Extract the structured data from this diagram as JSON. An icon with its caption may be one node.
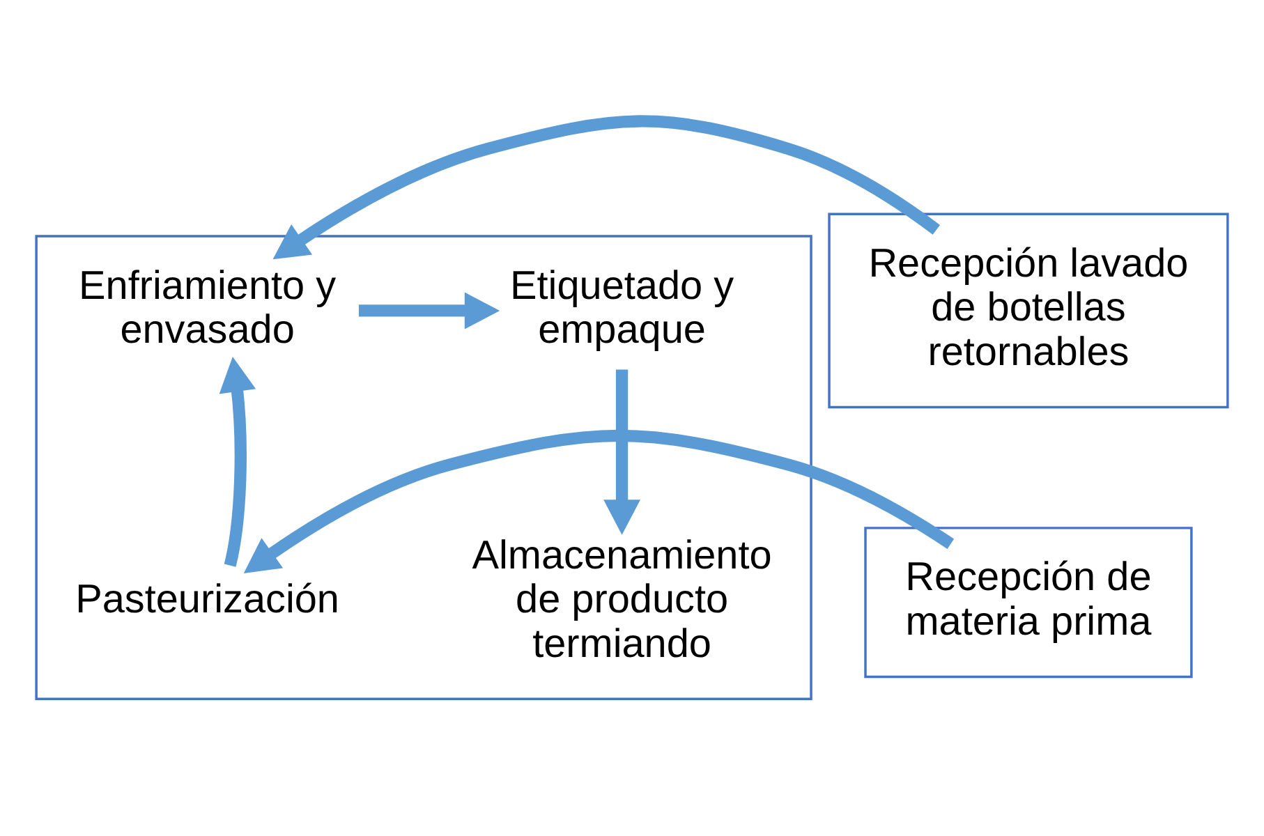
{
  "diagram": {
    "nodes": [
      {
        "text": [],
        "shape": "box"
      },
      {
        "text": [
          "Etiquetado y empaque"
        ],
        "in": 0
      },
      {
        "text": [
          "Enfriamiento y envasado"
        ],
        "in": 0
      },
      {
        "text": [],
        "shape": "box"
      },
      {
        "text": [
          "Recepción lavado de botellas retornables"
        ],
        "in": 3
      },
      {
        "text": [
          "Almacenamiento de producto termiando"
        ],
        "in": 0
      },
      {
        "text": [
          "Pasteurización"
        ],
        "in": 0
      },
      {
        "text": [],
        "shape": "box"
      },
      {
        "text": [
          "Recepción de materia prima"
        ],
        "in": 7
      }
    ],
    "edges": [
      {
        "from": 2,
        "to": 1,
        "arrow": "to"
      },
      {
        "from": 1,
        "to": 5,
        "arrow": "to"
      },
      {
        "from": 6,
        "to": 2,
        "arrow": "to"
      },
      {
        "from": 4,
        "to": 2,
        "arrow": "to"
      },
      {
        "from": 8,
        "to": 6,
        "arrow": "to"
      }
    ]
  }
}
